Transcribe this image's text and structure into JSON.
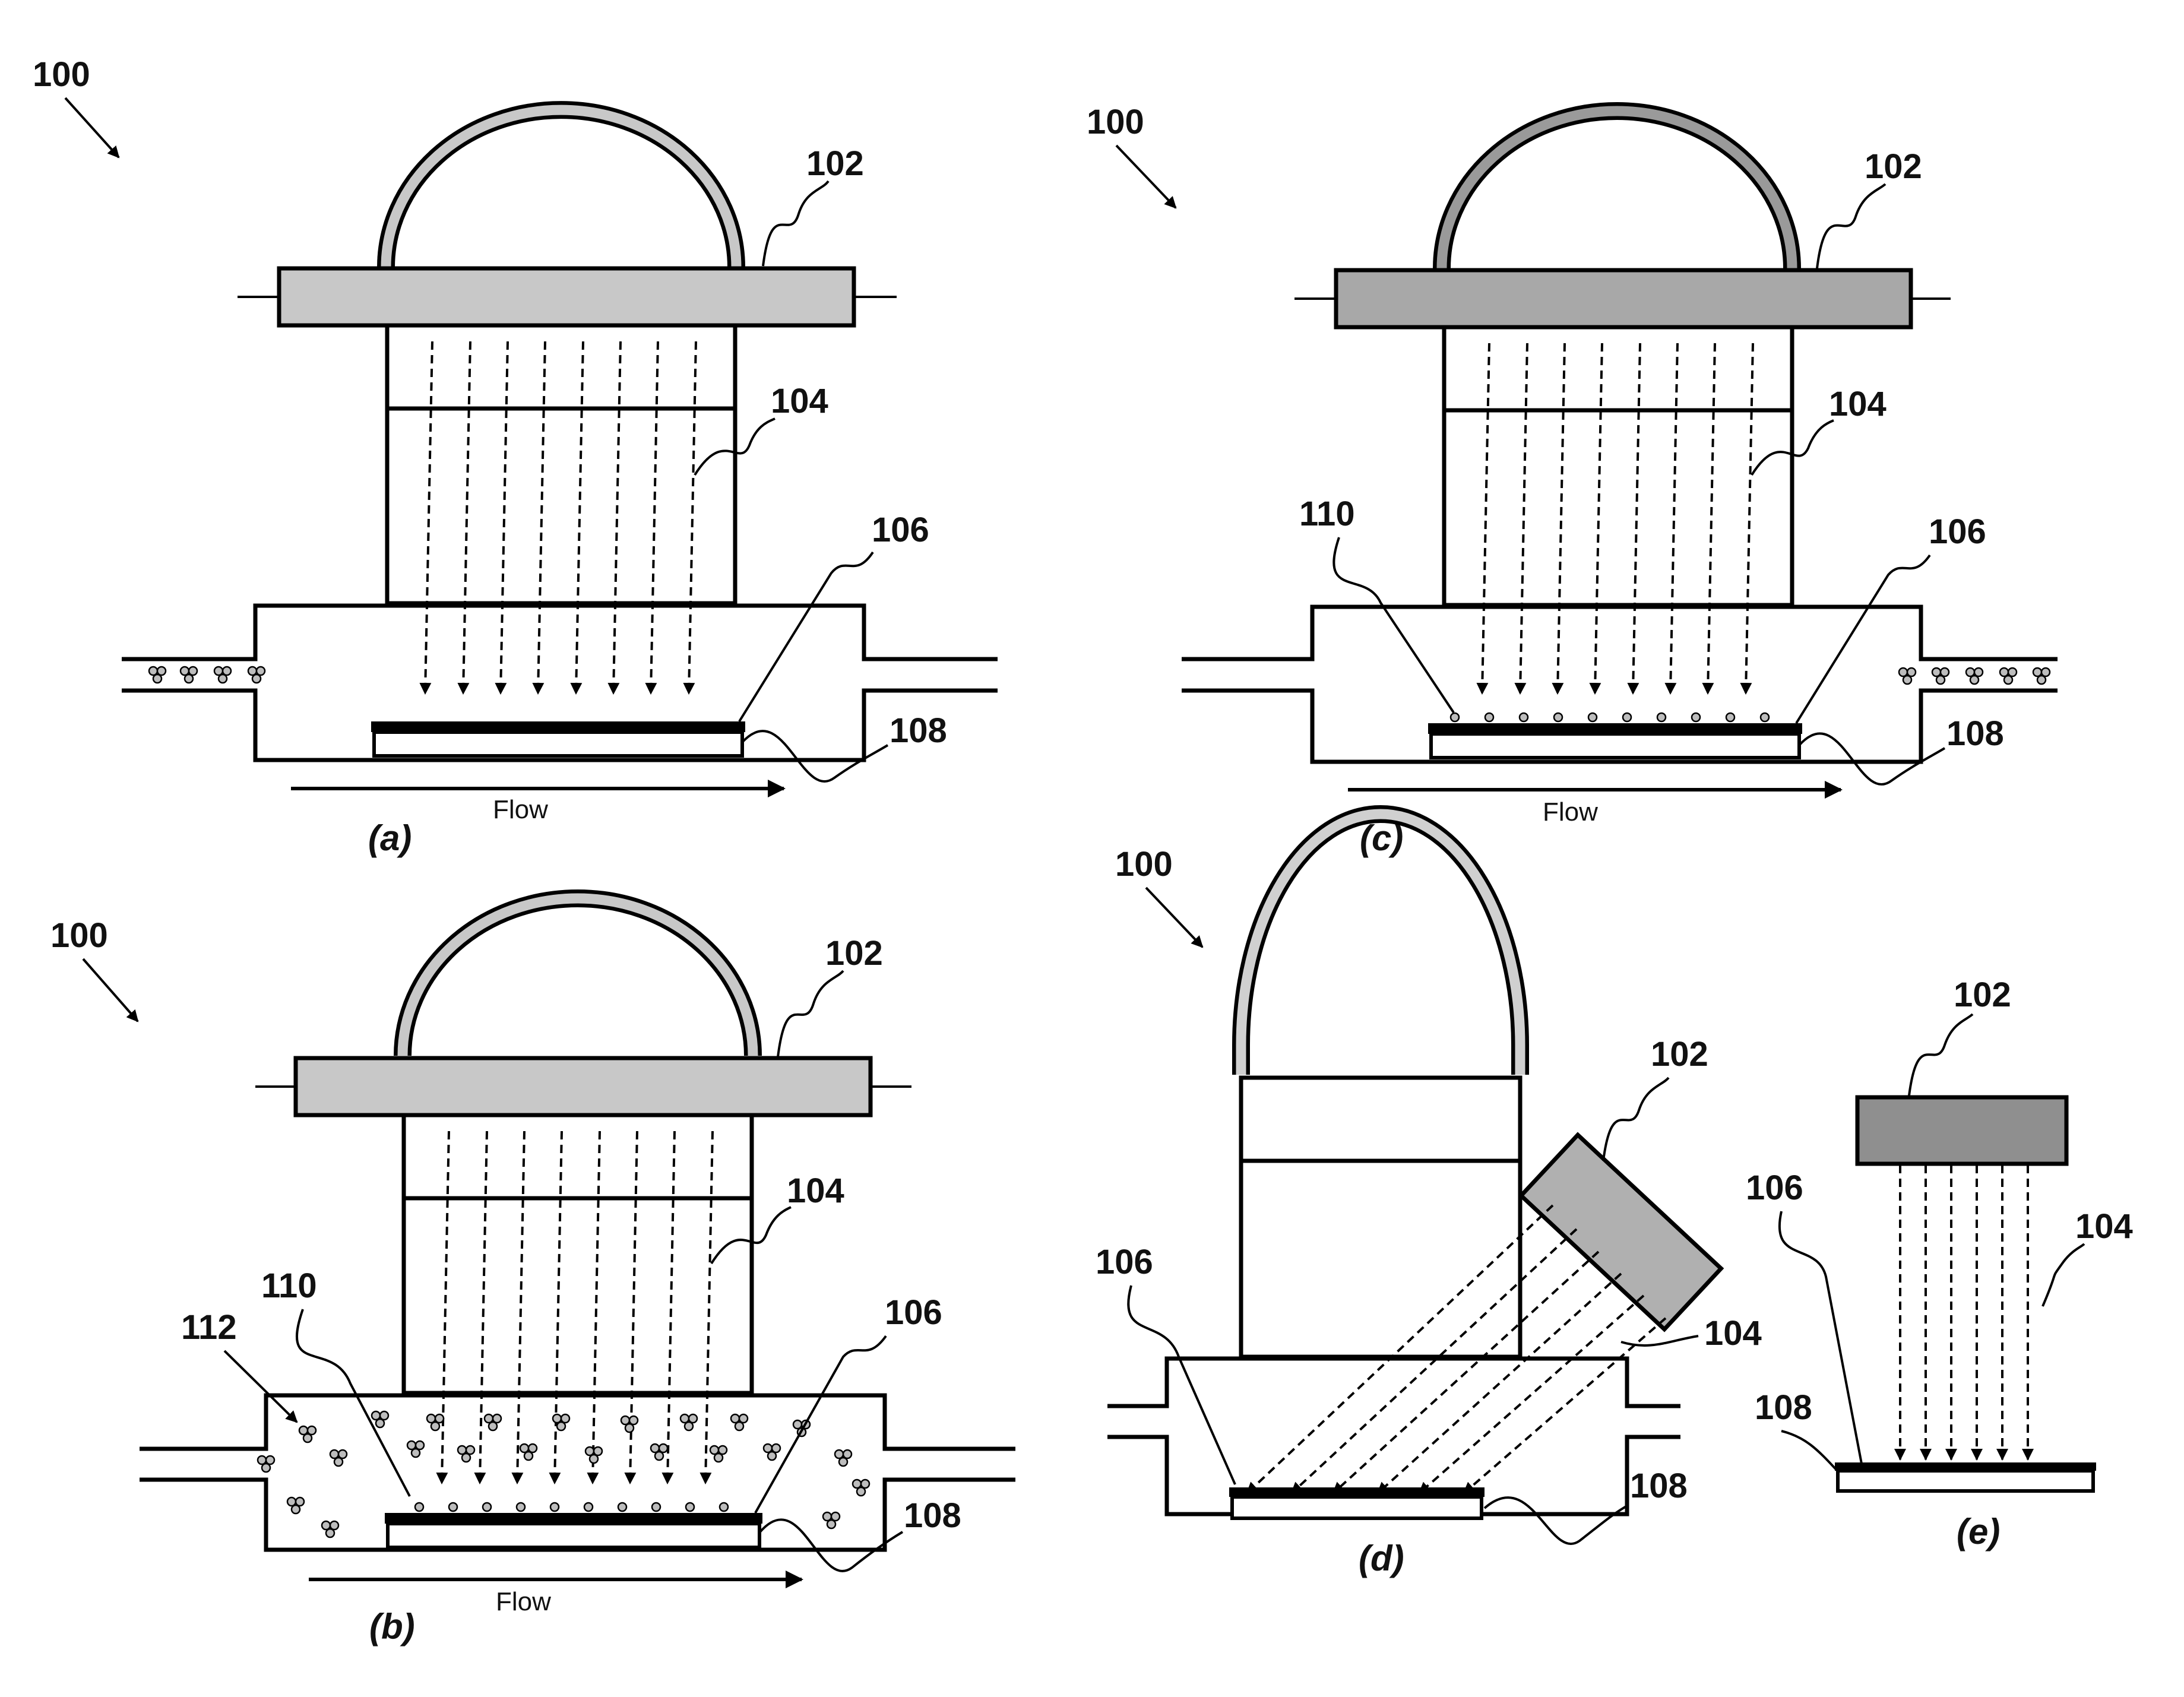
{
  "colors": {
    "line": "#000000",
    "lamp_fill": "#c8c8c8",
    "lamp_dark": "#8f8f8f",
    "particle": "#bdbdbd"
  },
  "panel_a": {
    "ref_100": "100",
    "ref_102": "102",
    "ref_104": "104",
    "ref_106": "106",
    "ref_108": "108",
    "flow": "Flow",
    "caption": "(a)"
  },
  "panel_b": {
    "ref_100": "100",
    "ref_102": "102",
    "ref_104": "104",
    "ref_106": "106",
    "ref_108": "108",
    "ref_110": "110",
    "ref_112": "112",
    "flow": "Flow",
    "caption": "(b)"
  },
  "panel_c": {
    "ref_100": "100",
    "ref_102": "102",
    "ref_104": "104",
    "ref_106": "106",
    "ref_108": "108",
    "ref_110": "110",
    "flow": "Flow",
    "caption": "(c)"
  },
  "panel_d": {
    "ref_100": "100",
    "ref_102": "102",
    "ref_104": "104",
    "ref_106": "106",
    "ref_108": "108",
    "caption": "(d)"
  },
  "panel_e": {
    "ref_102": "102",
    "ref_104": "104",
    "ref_106": "106",
    "ref_108": "108",
    "caption": "(e)"
  }
}
